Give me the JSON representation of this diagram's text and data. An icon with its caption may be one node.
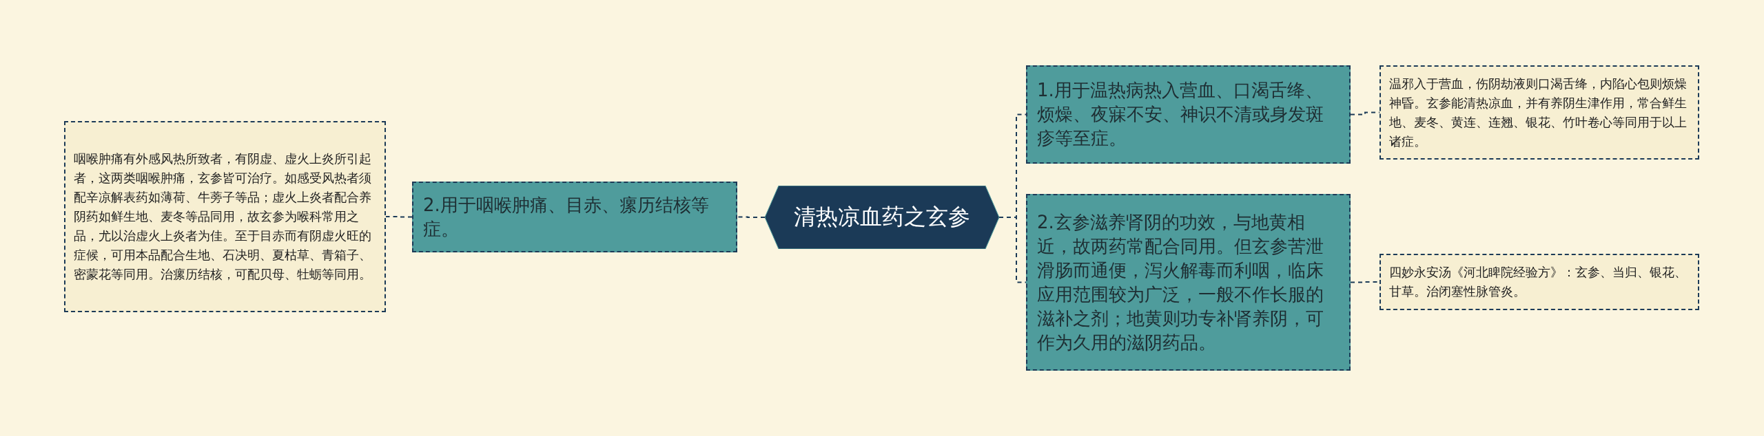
{
  "diagram": {
    "nodes": [
      {
        "text": [
          "清热凉血药之玄参"
        ]
      },
      {
        "text": [
          "2.用于咽喉肿痛、目赤、瘰历结核等症。"
        ]
      },
      {
        "text": [
          "咽喉肿痛有外感风热所致者，有阴虚、虚火上炎所引起者，这两类咽喉肿痛，玄参皆可治疗。如感受风热者须配辛凉解表药如薄荷、牛蒡子等品；虚火上炎者配合养阴药如鲜生地、麦冬等品同用，故玄参为喉科常用之品，尤以治虚火上炎者为佳。至于目赤而有阴虚火旺的症候，可用本品配合生地、石决明、夏枯草、青箱子、密蒙花等同用。治瘰历结核，可配贝母、牡蛎等同用。"
        ]
      },
      {
        "text": [
          "1.用于温热病热入营血、口渴舌绛、烦燥、夜寐不安、神识不清或身发斑疹等至症。"
        ]
      },
      {
        "text": [
          "温邪入于营血，伤阴劫液则口渴舌绛，内陷心包则烦燥神昏。玄参能清热凉血，并有养阴生津作用，常合鲜生地、麦冬、黄连、连翘、银花、竹叶卷心等同用于以上诸症。"
        ]
      },
      {
        "text": [
          "2.玄参滋养肾阴的功效，与地黄相近，故两药常配合同用。但玄参苦泄滑肠而通便，泻火解毒而利咽，临床应用范围较为广泛，一般不作长服的滋补之剂；地黄则功专补肾养阴，可作为久用的滋阴药品。"
        ]
      },
      {
        "text": [
          "四妙永安汤《河北睥院经验方》：玄参、当归、银花、甘草。治闭塞性脉管炎。"
        ]
      }
    ],
    "edges": [
      {
        "from": 0,
        "to": 1,
        "arrow": "none"
      },
      {
        "from": 1,
        "to": 2,
        "arrow": "none"
      },
      {
        "from": 0,
        "to": 3,
        "arrow": "none"
      },
      {
        "from": 3,
        "to": 4,
        "arrow": "none"
      },
      {
        "from": 0,
        "to": 5,
        "arrow": "none"
      },
      {
        "from": 5,
        "to": 6,
        "arrow": "none"
      }
    ]
  }
}
